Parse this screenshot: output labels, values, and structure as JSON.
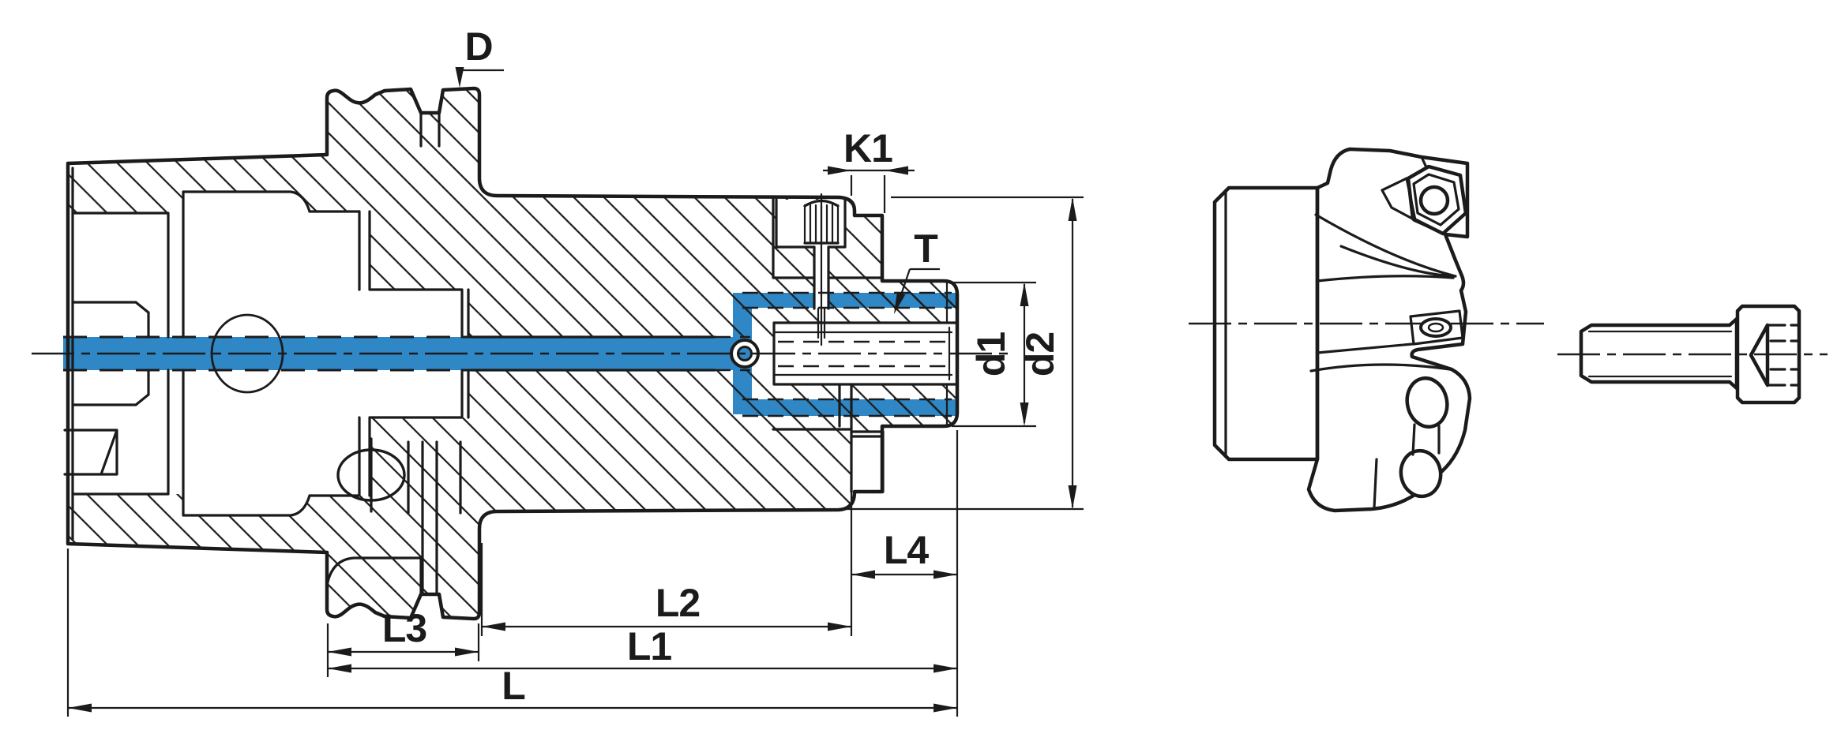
{
  "diagram": {
    "type": "technical-drawing-toolholder-section",
    "background": "#ffffff",
    "line_color": "#1b1b1b",
    "coolant_color": "#2f87c5",
    "labels": {
      "flange_diameter": "D",
      "drive_key": "K1",
      "thread": "T",
      "pilot_diameter": "d1",
      "body_diameter": "d2",
      "length_l3": "L3",
      "length_l2": "L2",
      "length_l1": "L1",
      "length_l4": "L4",
      "length_total": "L"
    }
  }
}
